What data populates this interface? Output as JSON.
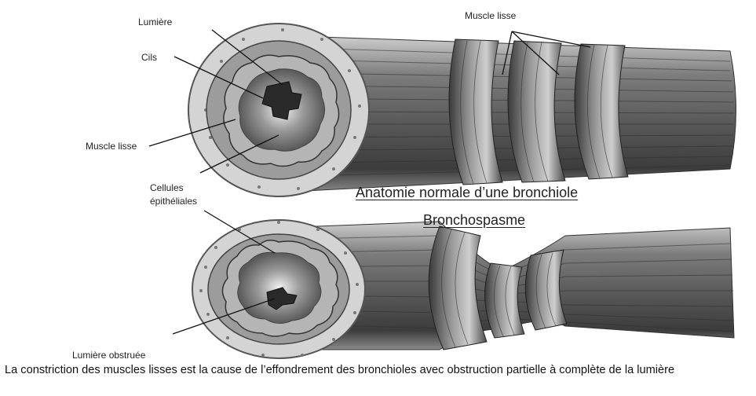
{
  "labels": {
    "lumiere": "Lumière",
    "cils": "Cils",
    "muscle_lisse_top": "Muscle lisse",
    "muscle_lisse_left": "Muscle lisse",
    "cellules_line1": "Cellules",
    "cellules_line2": "épithéliales",
    "lumiere_obstruee": "Lumière obstruée"
  },
  "headings": {
    "normal": "Anatomie normale d’une bronchiole",
    "spasm": "Bronchospasme"
  },
  "caption": "La constriction des muscles lisses est la cause de l’effondrement des bronchioles avec obstruction partielle à complète de la lumière",
  "colors": {
    "tube_dark": "#4a4a4a",
    "tube_mid": "#7a7a7a",
    "tube_light": "#b8b8b8",
    "wall_ring": "#cfcfcf",
    "background": "#ffffff"
  }
}
